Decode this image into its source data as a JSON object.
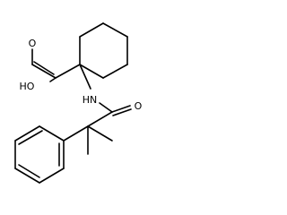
{
  "molecule": {
    "atom_labels": {
      "carboxyl_oh": "HO",
      "carbonyl_o_acid": "O",
      "amide_nh": "HN",
      "amide_o": "O"
    },
    "colors": {
      "bond": "#000000",
      "label": "#000000",
      "background": "#ffffff"
    }
  }
}
